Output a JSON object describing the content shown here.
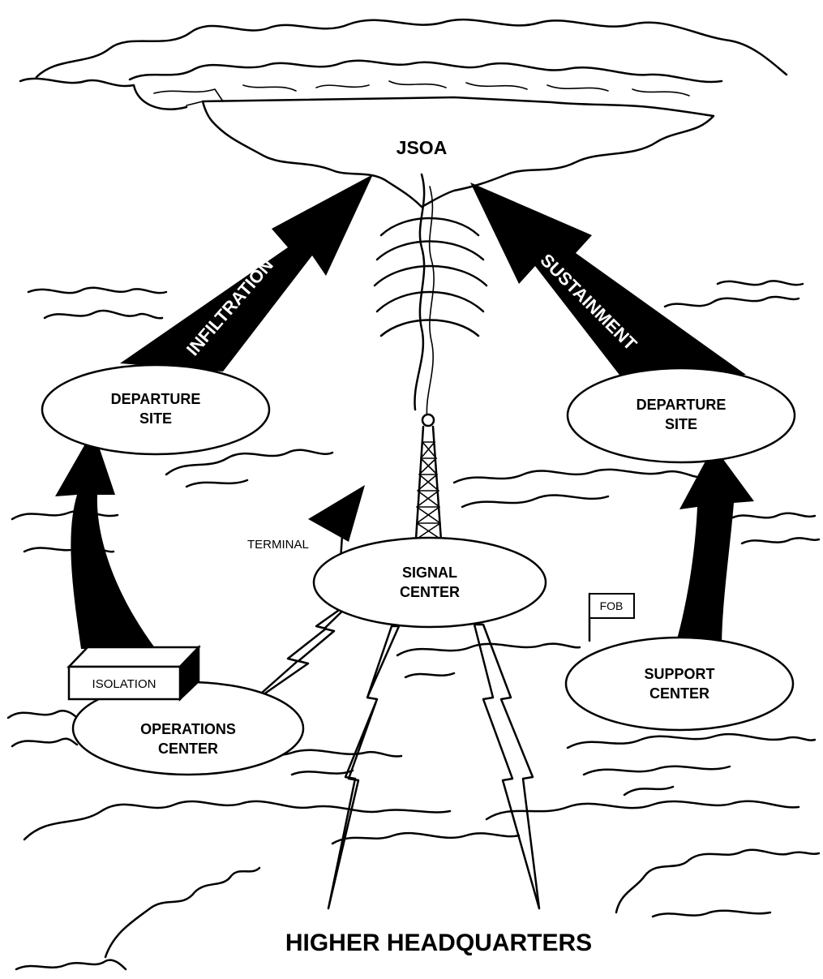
{
  "nodes": {
    "jsoa": "JSOA",
    "departure_site_left": [
      "DEPARTURE",
      "SITE"
    ],
    "departure_site_right": [
      "DEPARTURE",
      "SITE"
    ],
    "signal_center": [
      "SIGNAL",
      "CENTER"
    ],
    "operations_center": [
      "OPERATIONS",
      "CENTER"
    ],
    "support_center": [
      "SUPPORT",
      "CENTER"
    ],
    "higher_headquarters": "HIGHER HEADQUARTERS"
  },
  "arrows": {
    "infiltration": "INFILTRATION",
    "sustainment": "SUSTAINMENT"
  },
  "tags": {
    "isolation": "ISOLATION",
    "fob": "FOB",
    "terminal": "TERMINAL"
  },
  "colors": {
    "ink": "#000000",
    "paper": "#ffffff"
  }
}
